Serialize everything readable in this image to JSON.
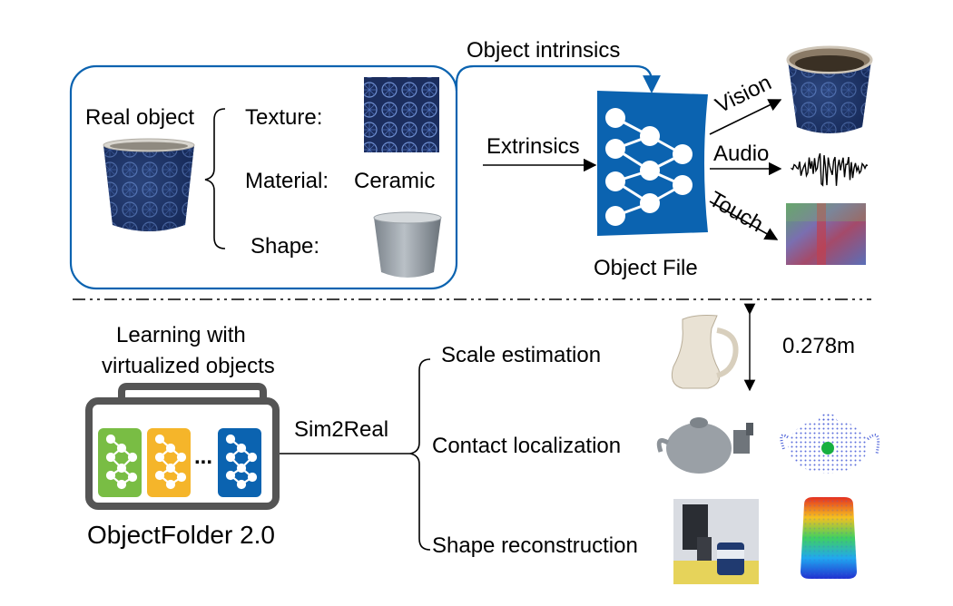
{
  "top": {
    "real_object": "Real object",
    "texture": "Texture:",
    "material": "Material:",
    "material_value": "Ceramic",
    "shape": "Shape:",
    "object_intrinsics": "Object intrinsics",
    "extrinsics": "Extrinsics",
    "object_file": "Object File",
    "outputs": [
      "Vision",
      "Audio",
      "Touch"
    ]
  },
  "bottom": {
    "learning": [
      "Learning with",
      "virtualized objects"
    ],
    "sim2real": "Sim2Real",
    "objectfolder": "ObjectFolder 2.0",
    "folder_ellipsis": "...",
    "tasks": [
      "Scale estimation",
      "Contact localization",
      "Shape reconstruction"
    ],
    "scale_value": "0.278m"
  },
  "colors": {
    "blue": "#0b63b0",
    "green": "#79bd44",
    "yellow": "#f5b52a",
    "gray": "#555555"
  }
}
